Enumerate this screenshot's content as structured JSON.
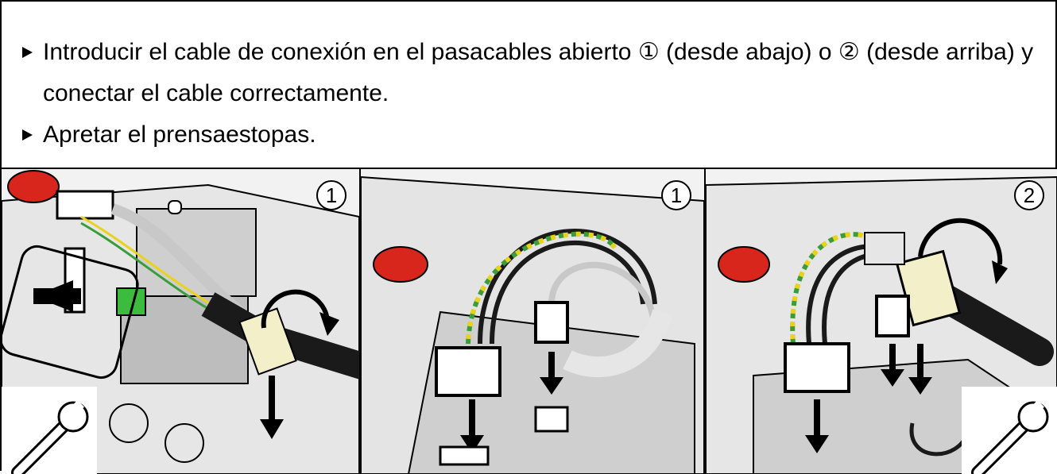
{
  "instructions": {
    "step1": "Introducir el cable de conexión en el pasacables abierto ① (desde abajo) o ② (desde arriba) y conectar el cable correctamente.",
    "step2": "Apretar el prensaestopas."
  },
  "panels": [
    {
      "marker": "1"
    },
    {
      "marker": "1"
    },
    {
      "marker": "2"
    }
  ],
  "colors": {
    "housing": "#e9e9e9",
    "housing_dark": "#bdbdbd",
    "emergency_button": "#d9261c",
    "terminal_green": "#3dbb3d",
    "cable_black": "#1a1a1a",
    "earth_green": "#3a9c3a",
    "earth_yellow": "#e8d21c",
    "gland_cream": "#f3efc9"
  },
  "icons": [
    "bullet-arrow-icon",
    "wrench-icon",
    "rotate-arrow-icon",
    "down-arrow-icon",
    "left-arrow-icon"
  ]
}
